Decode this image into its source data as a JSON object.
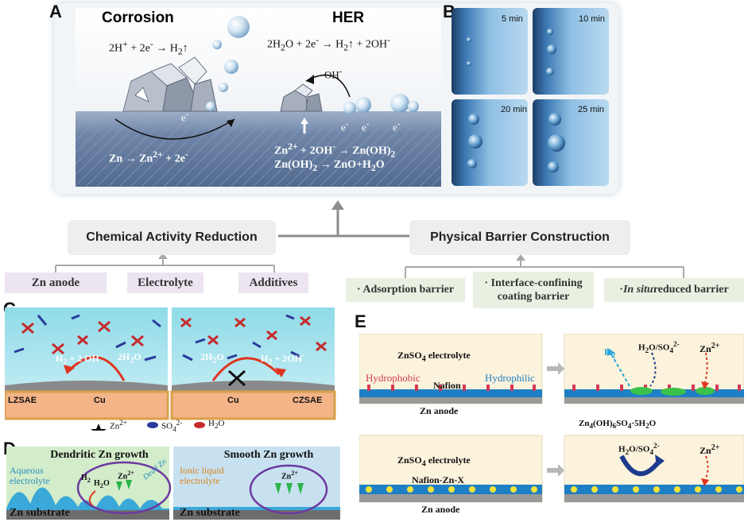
{
  "panels": {
    "a": "A",
    "b": "B",
    "c": "C",
    "d": "D",
    "e": "E"
  },
  "panel_a": {
    "corrosion_title": "Corrosion",
    "her_title": "HER",
    "eq_acid_lhs": "2H",
    "eq_acid_mid": " + 2e",
    "eq_acid_rhs": " → H",
    "eq_water_lhs": "2H",
    "eq_water_mid": "O + 2e",
    "eq_water_rhs": " → H",
    "eq_water_tail": " + 2OH",
    "oh_label": "OH",
    "e_minus": "e",
    "eq_zn": "Zn → Zn",
    "eq_zn_tail": " + 2e",
    "eq_znoh_a": "Zn",
    "eq_znoh_b": " + 2OH",
    "eq_znoh_c": " → Zn(OH)",
    "eq_zno_a": "Zn(OH)",
    "eq_zno_b": " → ZnO+H",
    "eq_zno_c": "O"
  },
  "panel_b": {
    "times": [
      "5 min",
      "10 min",
      "20 min",
      "25 min"
    ]
  },
  "strategies": {
    "left_title": "Chemical Activity Reduction",
    "right_title": "Physical Barrier Construction",
    "left_items": [
      "Zn anode",
      "Electrolyte",
      "Additives"
    ],
    "right_items": {
      "adsorption": "· Adsorption barrier",
      "interface_1": "· Interface-confining",
      "interface_2": "coating barrier",
      "insitu_dot": "· ",
      "insitu_ital": "In situ",
      "insitu_rest": " reduced barrier"
    }
  },
  "panel_c": {
    "left_eq_1": "H",
    "left_eq_2": " + 2 OH",
    "left_water": "2H",
    "left_water_b": "O",
    "right_water": "2H",
    "right_water_b": "O",
    "right_eq_1": "H",
    "right_eq_2": " + 2OH",
    "lzsae": "LZSAE",
    "cu_left": "Cu",
    "cu_right": "Cu",
    "czsae": "CZSAE",
    "legend_zn": "Zn",
    "legend_so4": "SO",
    "legend_h2o": "H",
    "legend_h2o_b": "O"
  },
  "panel_d": {
    "left_title": "Dendritic Zn growth",
    "right_title": "Smooth Zn growth",
    "aqueous_1": "Aqueous",
    "aqueous_2": "electrolyte",
    "ionic_1": "Ionic liquid",
    "ionic_2": "electrolyte",
    "h2": "H",
    "h2o": "H",
    "h2o_b": "O",
    "zn2_left": "Zn",
    "zn2_right": "Zn",
    "dead_zn": "Dead Zn",
    "substrate_left": "Zn substrate",
    "substrate_right": "Zn substrate"
  },
  "panel_e": {
    "top_electrolyte": "ZnSO",
    "top_electrolyte_b": " electrolyte",
    "hydrophobic": "Hydrophobic",
    "hydrophilic": "Hydrophilic",
    "nafion": "Nafion",
    "zn_anode_top": "Zn anode",
    "h2": "H",
    "h2o_so4": "H",
    "h2o_so4_b": "O/SO",
    "zn2_top": "Zn",
    "product": "Zn",
    "product_b": "(OH)",
    "product_c": "SO",
    "product_d": "·5H",
    "product_e": "O",
    "bottom_electrolyte": "ZnSO",
    "bottom_electrolyte_b": " electrolyte",
    "nafion_zn_x": "Nafion-Zn-X",
    "zn_anode_bottom": "Zn anode",
    "h2o_so4_bottom": "H",
    "h2o_so4_bottom_b": "O/SO",
    "zn2_bottom": "Zn"
  },
  "colors": {
    "panel_bg": "#eef2f6",
    "strategy_box": "#eeeeee",
    "purple_tag": "#ece4f0",
    "green_tag": "#e9f0e1",
    "electrolyte_yellow": "#fbf3dc",
    "connector": "#8c8c8c"
  }
}
